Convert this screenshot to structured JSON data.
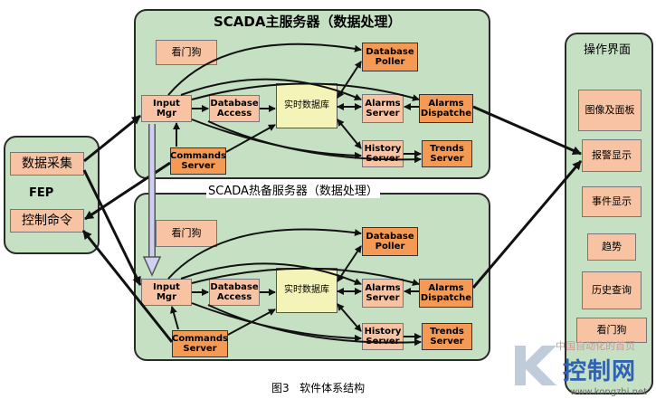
{
  "fep": {
    "label": "FEP",
    "data_collection": "数据采集",
    "control_command": "控制命令"
  },
  "main_server": {
    "title": "SCADA主服务器（数据处理）",
    "watchdog": "看门狗",
    "input_mgr": "Input\nMgr",
    "database_access": "Database\nAccess",
    "realtime_db": "实时数据库",
    "database_poller": "Database\nPoller",
    "alarms_server": "Alarms\nServer",
    "alarms_dispatcher": "Alarms\nDispatche",
    "history_server": "History\nServer",
    "trends_server": "Trends\nServer",
    "commands_server": "Commands\nServer"
  },
  "backup_server": {
    "title": "SCADA热备服务器（数据处理）",
    "watchdog": "看门狗",
    "input_mgr": "Input\nMgr",
    "database_access": "Database\nAccess",
    "realtime_db": "实时数据库",
    "database_poller": "Database\nPoller",
    "alarms_server": "Alarms\nServer",
    "alarms_dispatcher": "Alarms\nDispatche",
    "history_server": "History\nServer",
    "trends_server": "Trends\nServer",
    "commands_server": "Commands\nServer"
  },
  "operator_ui": {
    "title": "操作界面",
    "items": [
      "图像及面板",
      "报警显示",
      "事件显示",
      "趋势",
      "历史查询",
      "看门狗"
    ]
  },
  "caption": "图3   软件体系结构",
  "watermark": {
    "org": "中国自动化的首页",
    "brand": "控制网",
    "url": "www.kongzhi.net"
  },
  "colors": {
    "panel": "#c5e0c2",
    "peach_box": "#f8c3a2",
    "orange_box": "#f59a55",
    "db_box": "#f4f4b8"
  }
}
